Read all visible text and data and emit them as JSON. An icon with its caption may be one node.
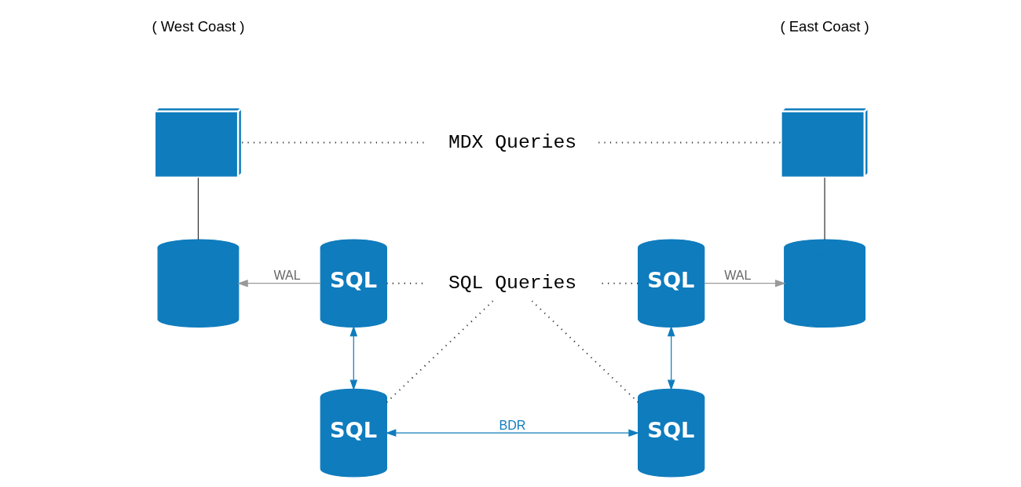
{
  "diagram": {
    "nodes": [
      {
        "text": [],
        "shape": "cube"
      },
      {
        "text": [
          "MDX Queries"
        ]
      },
      {
        "text": [],
        "shape": "cube"
      },
      {
        "text": [],
        "shape": "cylinder"
      },
      {
        "text": [
          "SQL"
        ]
      },
      {
        "text": [
          "SQL"
        ]
      },
      {
        "text": [],
        "shape": "cylinder"
      },
      {
        "text": [
          "SQL Queries"
        ]
      },
      {
        "text": [
          "SQL"
        ]
      },
      {
        "text": [
          "SQL"
        ]
      }
    ],
    "edges": [
      {
        "from": 0,
        "to": 1,
        "arrow": "none",
        "style": "dashed"
      },
      {
        "from": 1,
        "to": 2,
        "arrow": "none",
        "style": "dashed"
      },
      {
        "from": 0,
        "to": 3,
        "arrow": "none"
      },
      {
        "from": 2,
        "to": 6,
        "arrow": "none"
      },
      {
        "from": 4,
        "to": 3,
        "arrow": "to",
        "label": "WAL",
        "color": "#999999"
      },
      {
        "from": 5,
        "to": 6,
        "arrow": "to",
        "label": "WAL",
        "color": "#999999"
      },
      {
        "from": 4,
        "to": 7,
        "arrow": "none",
        "style": "dashed"
      },
      {
        "from": 8,
        "to": 7,
        "arrow": "none",
        "style": "dashed"
      },
      {
        "from": 5,
        "to": 7,
        "arrow": "none",
        "style": "dashed"
      },
      {
        "from": 9,
        "to": 7,
        "arrow": "none",
        "style": "dashed"
      },
      {
        "from": 4,
        "to": 8,
        "arrow": "both",
        "color": "#0f7cbd"
      },
      {
        "from": 5,
        "to": 9,
        "arrow": "both",
        "color": "#0f7cbd"
      },
      {
        "from": 8,
        "to": 9,
        "arrow": "both",
        "label": "BDR",
        "color": "#0f7cbd"
      }
    ],
    "labels": [
      "( West Coast )",
      "( East Coast )"
    ]
  }
}
